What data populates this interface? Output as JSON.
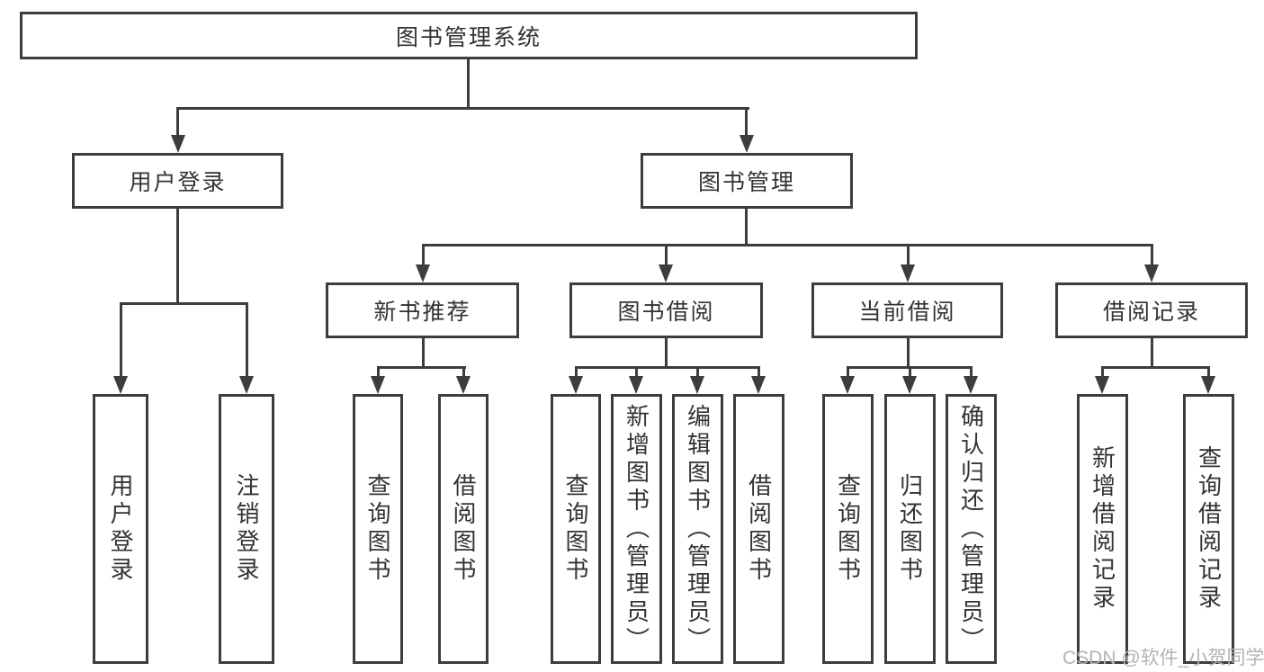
{
  "diagram": {
    "type": "hierarchy-tree",
    "root": {
      "label": "图书管理系统"
    },
    "branches": [
      {
        "label": "用户登录",
        "children": [
          {
            "label": "用户登录"
          },
          {
            "label": "注销登录"
          }
        ]
      },
      {
        "label": "图书管理",
        "children": [
          {
            "label": "新书推荐",
            "children": [
              {
                "label": "查询图书"
              },
              {
                "label": "借阅图书"
              }
            ]
          },
          {
            "label": "图书借阅",
            "children": [
              {
                "label": "查询图书"
              },
              {
                "label": "新增图书（管理员）"
              },
              {
                "label": "编辑图书（管理员）"
              },
              {
                "label": "借阅图书"
              }
            ]
          },
          {
            "label": "当前借阅",
            "children": [
              {
                "label": "查询图书"
              },
              {
                "label": "归还图书"
              },
              {
                "label": "确认归还（管理员）"
              }
            ]
          },
          {
            "label": "借阅记录",
            "children": [
              {
                "label": "新增借阅记录"
              },
              {
                "label": "查询借阅记录"
              }
            ]
          }
        ]
      }
    ]
  },
  "watermark": {
    "text": "CSDN @软件_小贺同学"
  },
  "colors": {
    "line": "#3d3d3d",
    "text": "#333333",
    "watermark": "#b3b3b3",
    "background": "#ffffff"
  }
}
